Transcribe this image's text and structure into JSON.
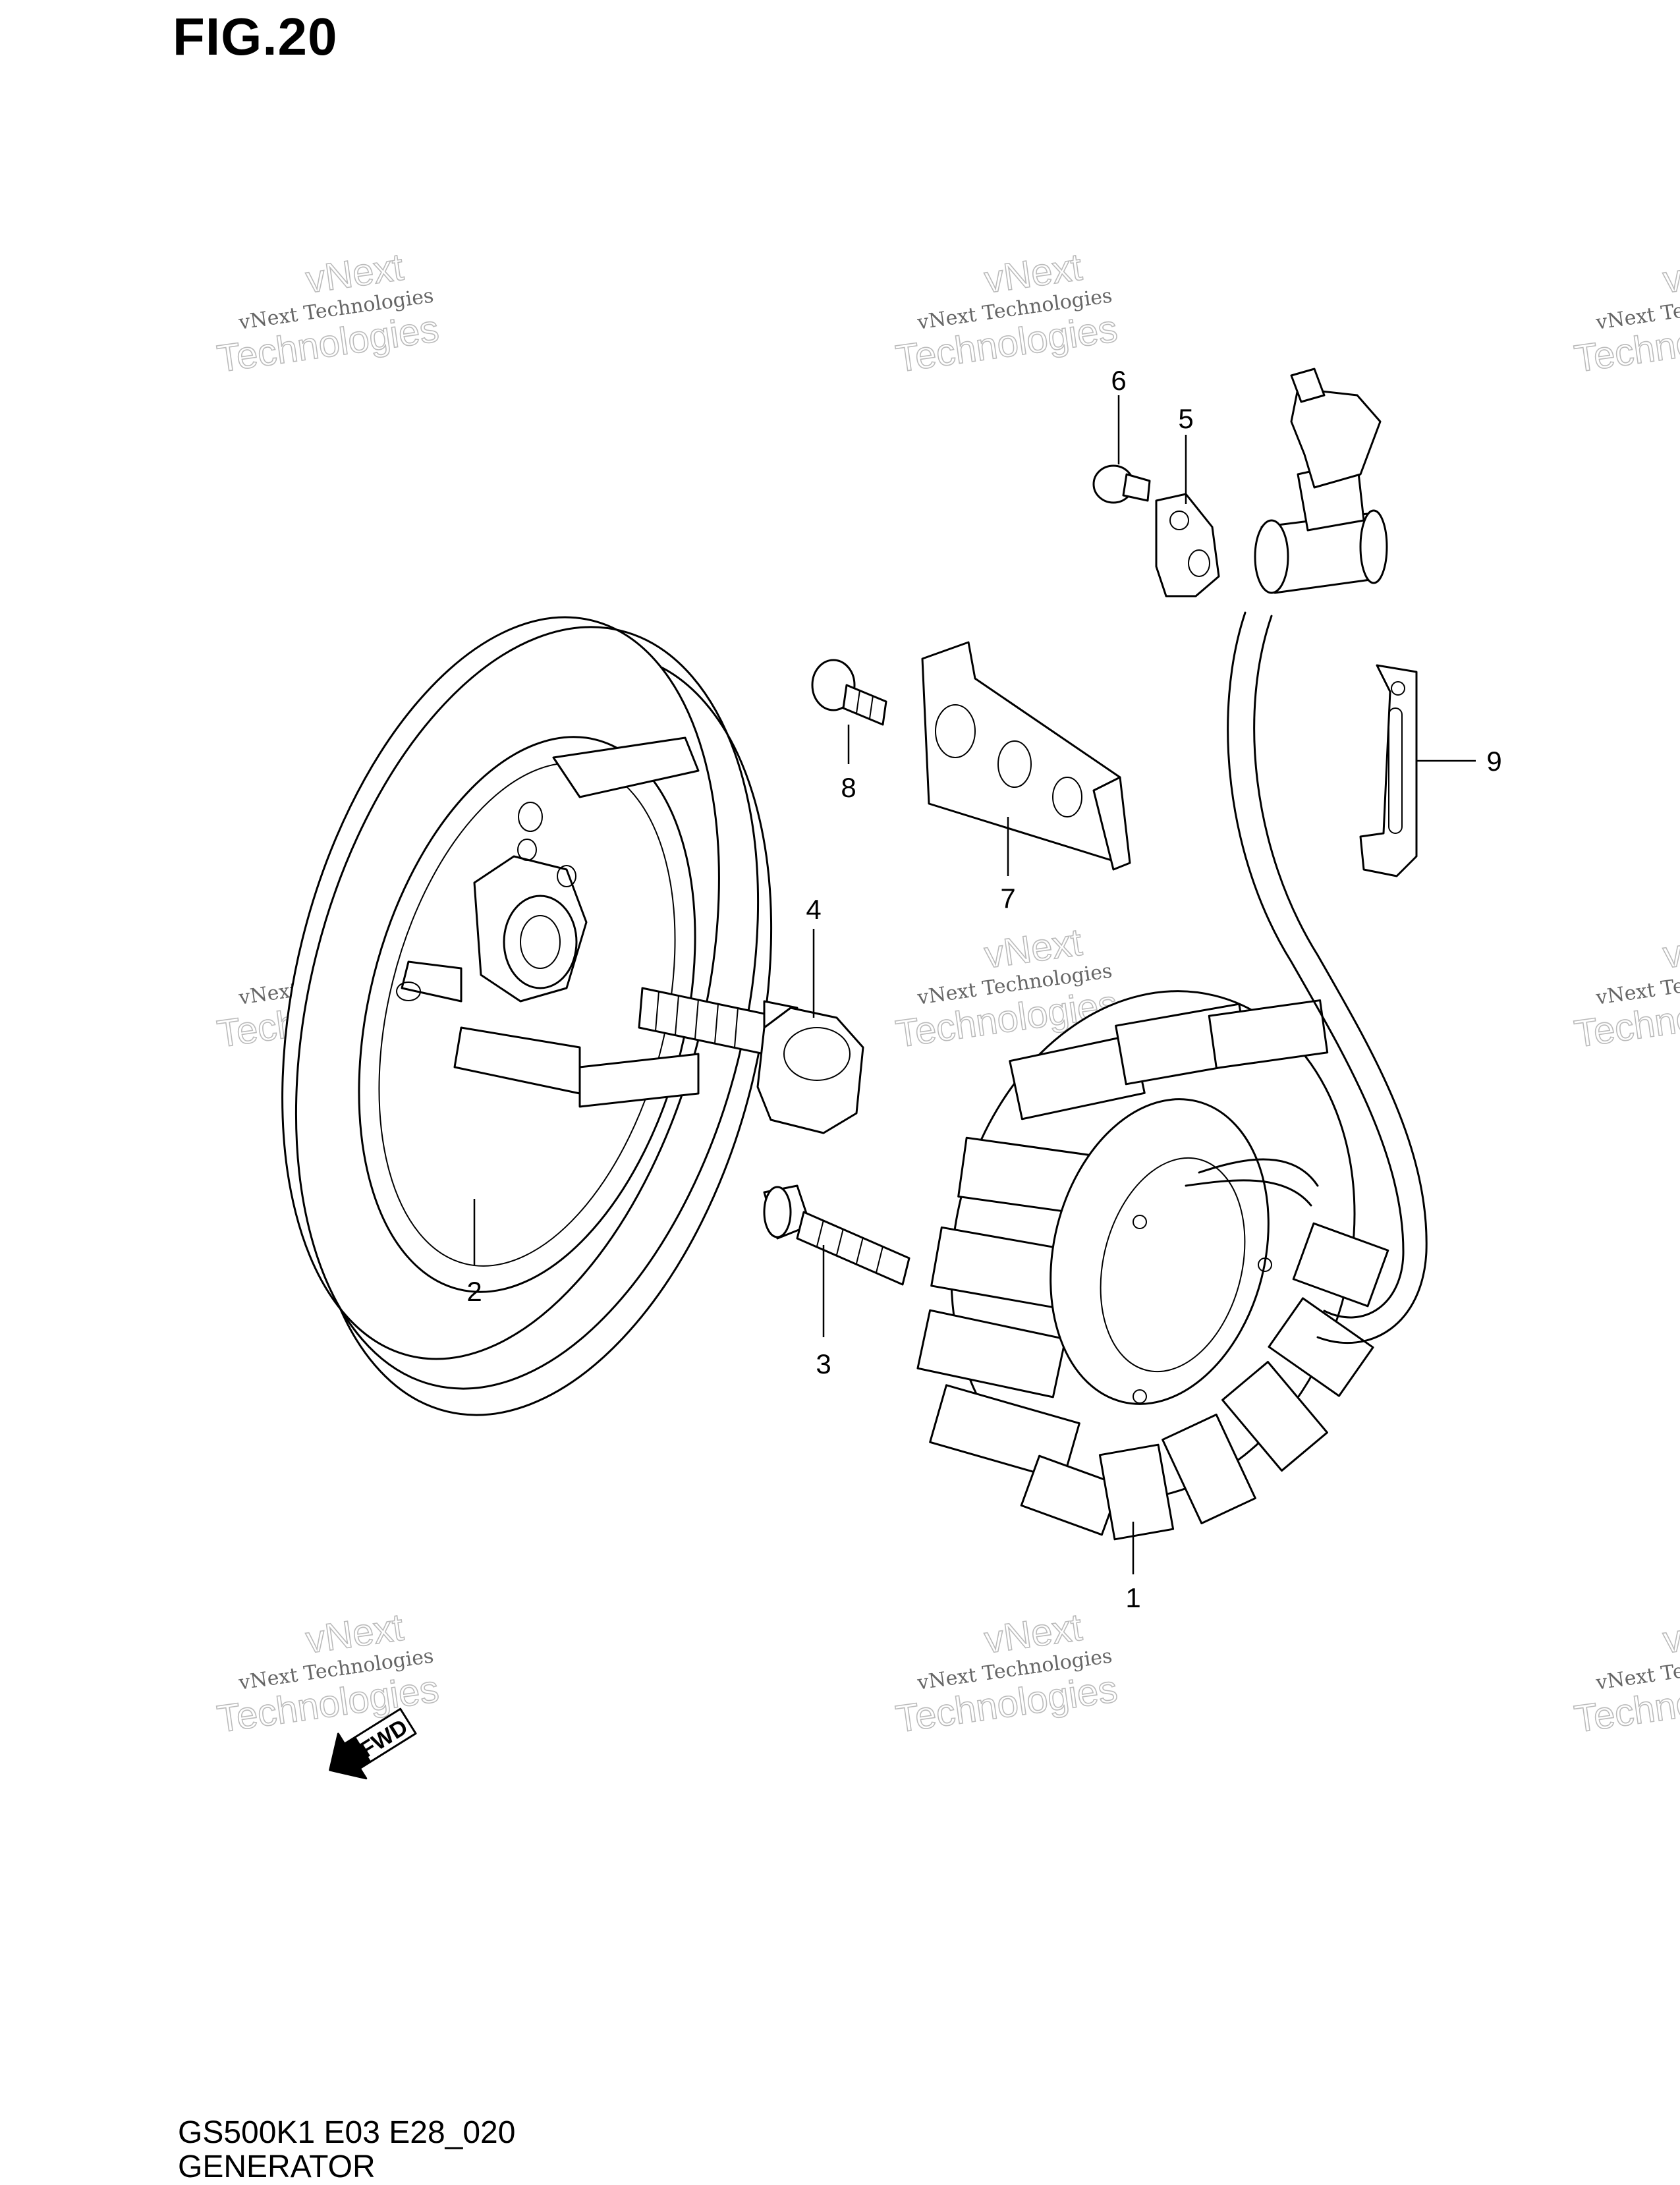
{
  "figure": {
    "title": "FIG.20"
  },
  "footer": {
    "code": "GS500K1 E03 E28_020",
    "name": "GENERATOR"
  },
  "watermark": {
    "line1": "vNext",
    "line2": "vNext Technologies",
    "line3": "Technologies"
  },
  "fwd": {
    "label": "FWD"
  },
  "callouts": [
    "1",
    "2",
    "3",
    "4",
    "5",
    "6",
    "7",
    "8",
    "9"
  ]
}
